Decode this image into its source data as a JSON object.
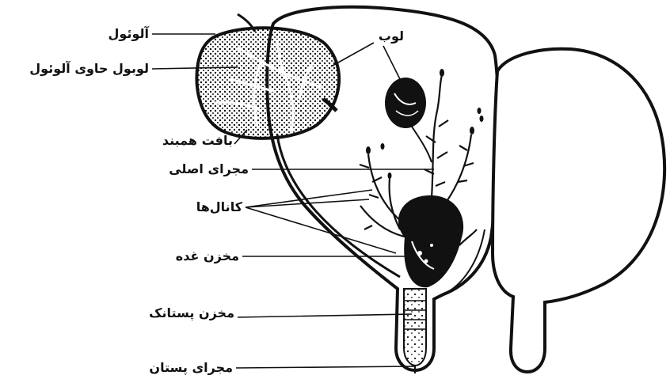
{
  "labels": {
    "alveol": "آلوئول",
    "lobule": "لوبول حاوی آلوئول",
    "connective": "بافت همبند",
    "lobe": "لوب",
    "main_duct": "مجرای اصلی",
    "canals": "کانال‌ها",
    "gland_cistern": "مخزن غده",
    "teat_cistern": "مخزن پستانک",
    "teat_canal": "مجرای پستان"
  },
  "colors": {
    "ink": "#111111",
    "background": "#ffffff"
  }
}
